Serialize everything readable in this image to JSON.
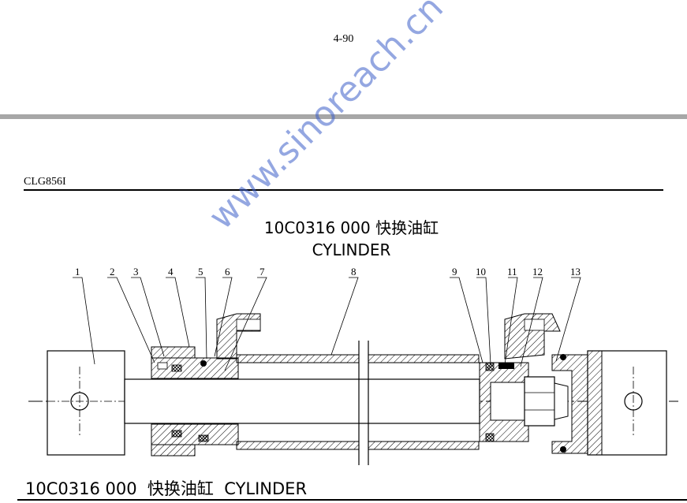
{
  "page": {
    "number": "4-90",
    "model": "CLG856I"
  },
  "drawing": {
    "title_line1": "10C0316 000  快换油缸",
    "title_line2": "CYLINDER",
    "callouts": [
      "1",
      "2",
      "3",
      "4",
      "5",
      "6",
      "7",
      "8",
      "9",
      "10",
      "11",
      "12",
      "13"
    ]
  },
  "section": {
    "title": "10C0316 000  快换油缸  CYLINDER"
  },
  "watermark": {
    "text": "www.sinoreach.cn"
  }
}
